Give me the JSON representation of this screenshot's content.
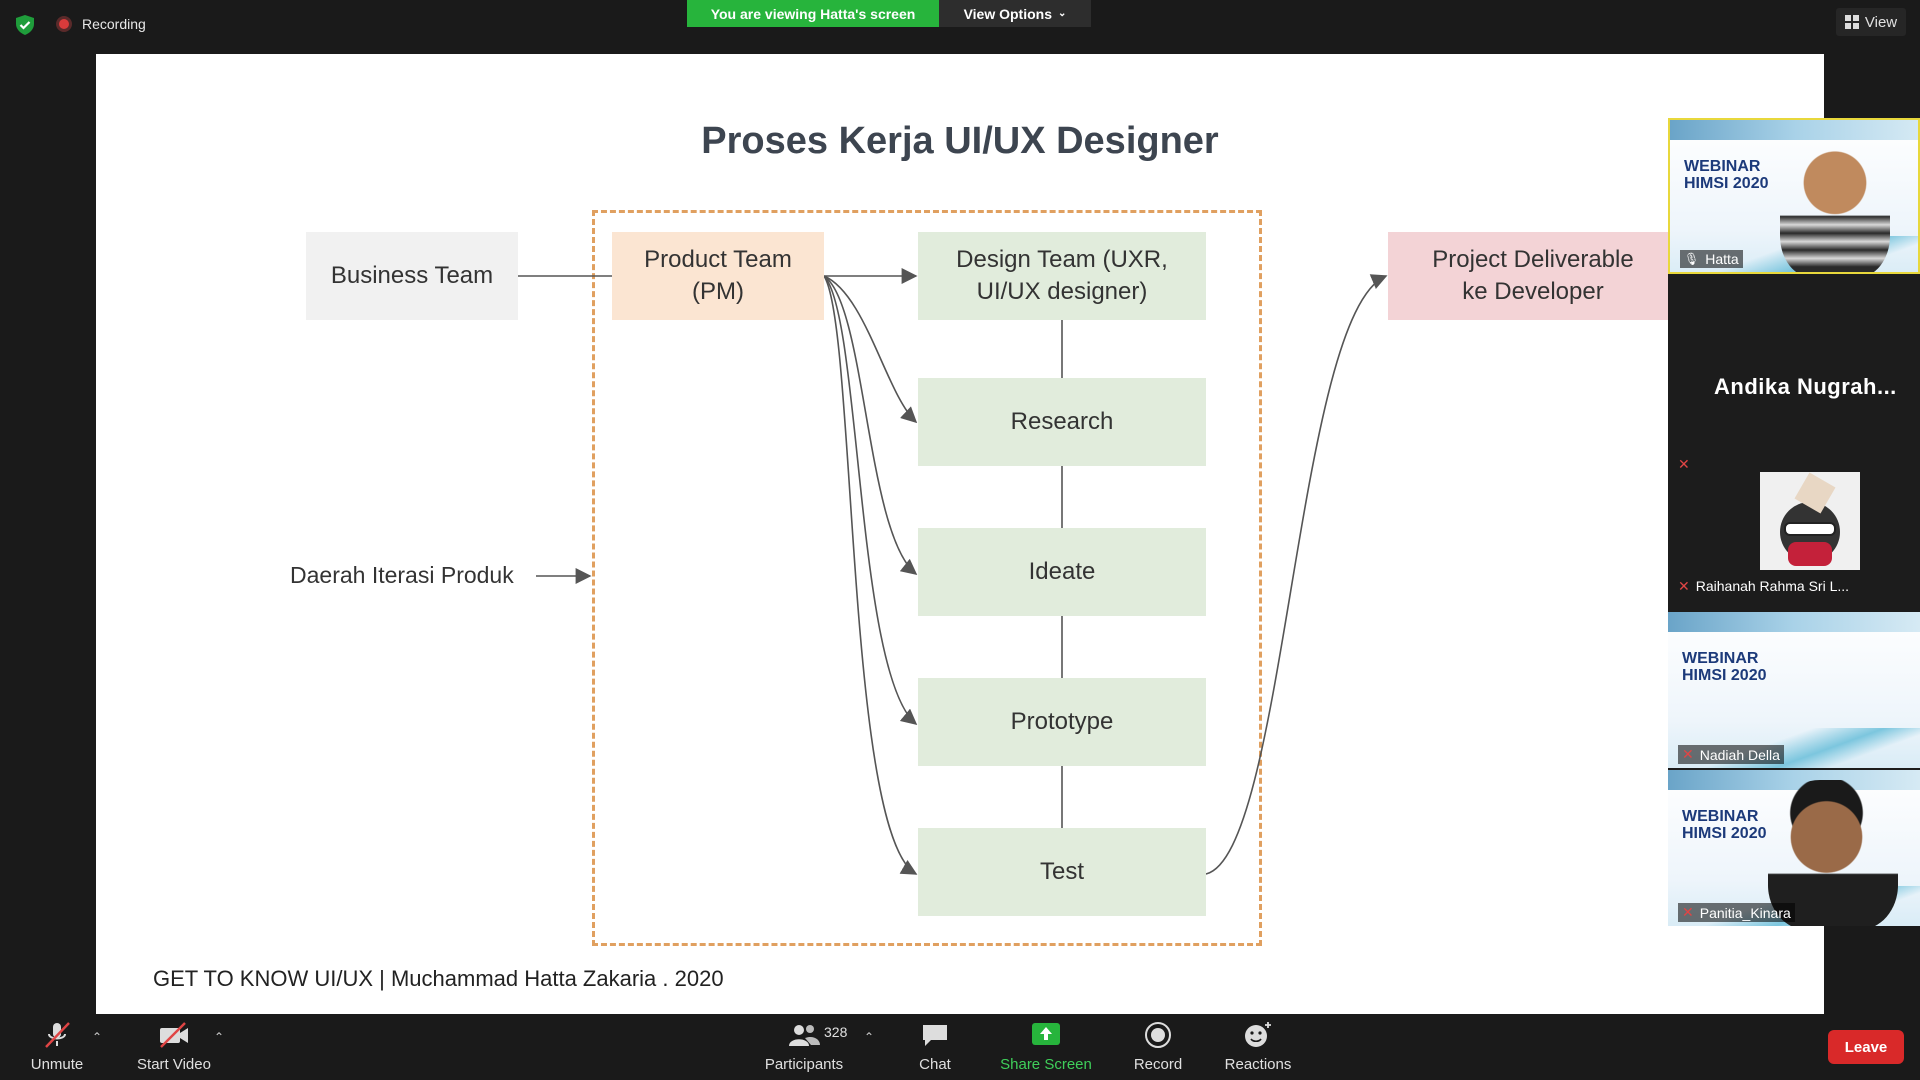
{
  "topbar": {
    "recording_label": "Recording",
    "viewing_banner": "You are viewing Hatta's screen",
    "view_options_label": "View Options",
    "view_label": "View"
  },
  "slide": {
    "title": "Proses Kerja UI/UX Designer",
    "business_team": "Business Team",
    "product_team_line1": "Product Team",
    "product_team_line2": "(PM)",
    "design_team_line1": "Design Team (UXR,",
    "design_team_line2": "UI/UX designer)",
    "research": "Research",
    "ideate": "Ideate",
    "prototype": "Prototype",
    "test": "Test",
    "deliverable_line1": "Project Deliverable",
    "deliverable_line2": "ke Developer",
    "iteration_label": "Daerah Iterasi Produk",
    "footer": "GET TO KNOW UI/UX | Muchammad Hatta Zakaria . 2020"
  },
  "participants_gallery": {
    "tile1_name": "Hatta",
    "webinar_line1": "WEBINAR",
    "webinar_line2": "HIMSI 2020",
    "tile2_name": "Andika  Nugrah...",
    "tile3_name": "Raihanah Rahma Sri L...",
    "tile4_name": "Nadiah Della",
    "tile5_name": "Panitia_Kinara"
  },
  "bottombar": {
    "unmute_label": "Unmute",
    "start_video_label": "Start Video",
    "participants_label": "Participants",
    "participants_count": "328",
    "chat_label": "Chat",
    "share_screen_label": "Share Screen",
    "record_label": "Record",
    "reactions_label": "Reactions",
    "leave_label": "Leave"
  },
  "colors": {
    "accent_green": "#27b43c",
    "leave_red": "#d92929",
    "dashed_orange": "#e0a060"
  }
}
